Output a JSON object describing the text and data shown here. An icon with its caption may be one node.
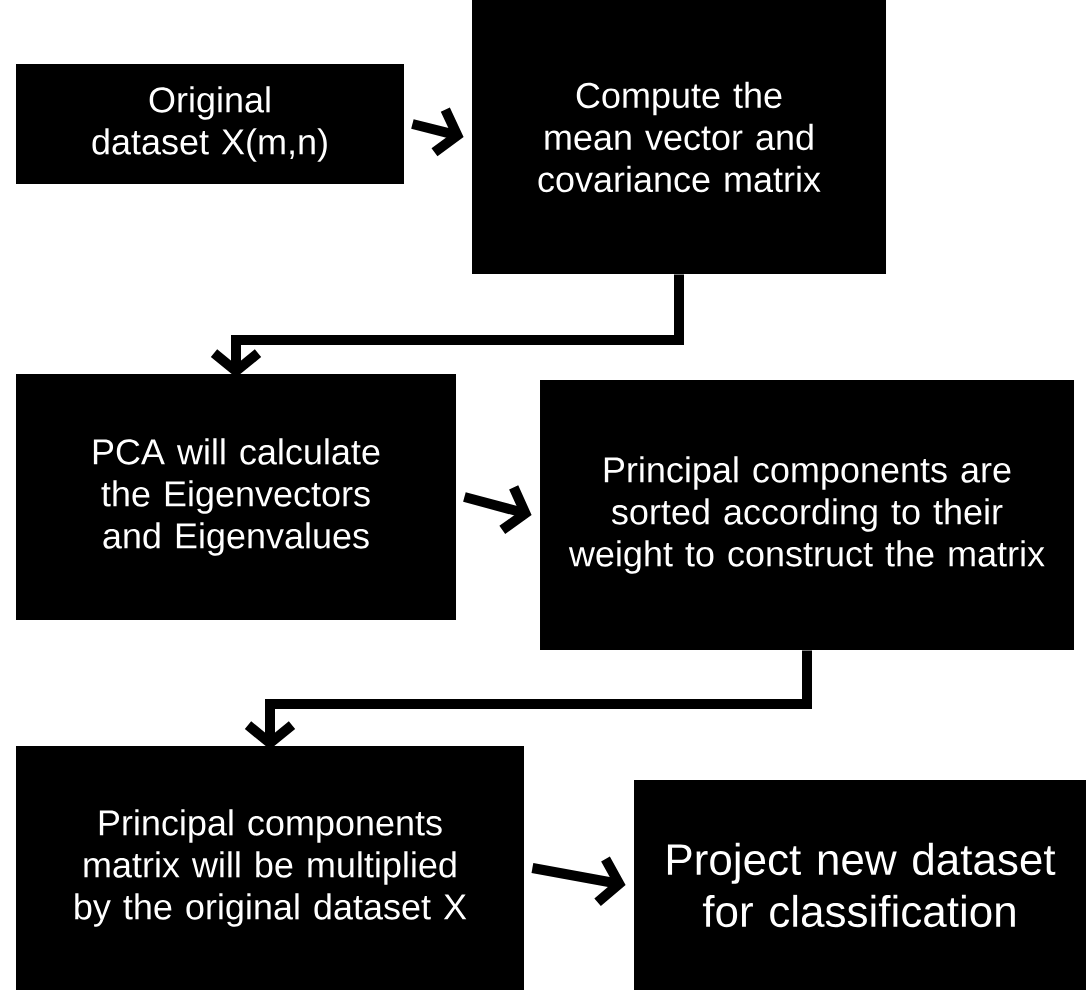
{
  "diagram": {
    "nodes": [
      {
        "text": [
          "Original dataset X(m,n)"
        ]
      },
      {
        "text": [
          "Compute the mean vector and covariance matrix"
        ]
      },
      {
        "text": [
          "PCA will calculate the Eigenvectors and Eigenvalues"
        ]
      },
      {
        "text": [
          "Principal components are sorted according to their weight to construct the matrix"
        ]
      },
      {
        "text": [
          "Principal components matrix will be multiplied by the original dataset X"
        ]
      },
      {
        "text": [
          "Project new dataset for classification"
        ]
      }
    ],
    "edges": [
      {
        "from": 0,
        "to": 1,
        "arrow": "to"
      },
      {
        "from": 1,
        "to": 2,
        "arrow": "to"
      },
      {
        "from": 2,
        "to": 3,
        "arrow": "to"
      },
      {
        "from": 3,
        "to": 4,
        "arrow": "to"
      },
      {
        "from": 4,
        "to": 5,
        "arrow": "to"
      }
    ]
  }
}
